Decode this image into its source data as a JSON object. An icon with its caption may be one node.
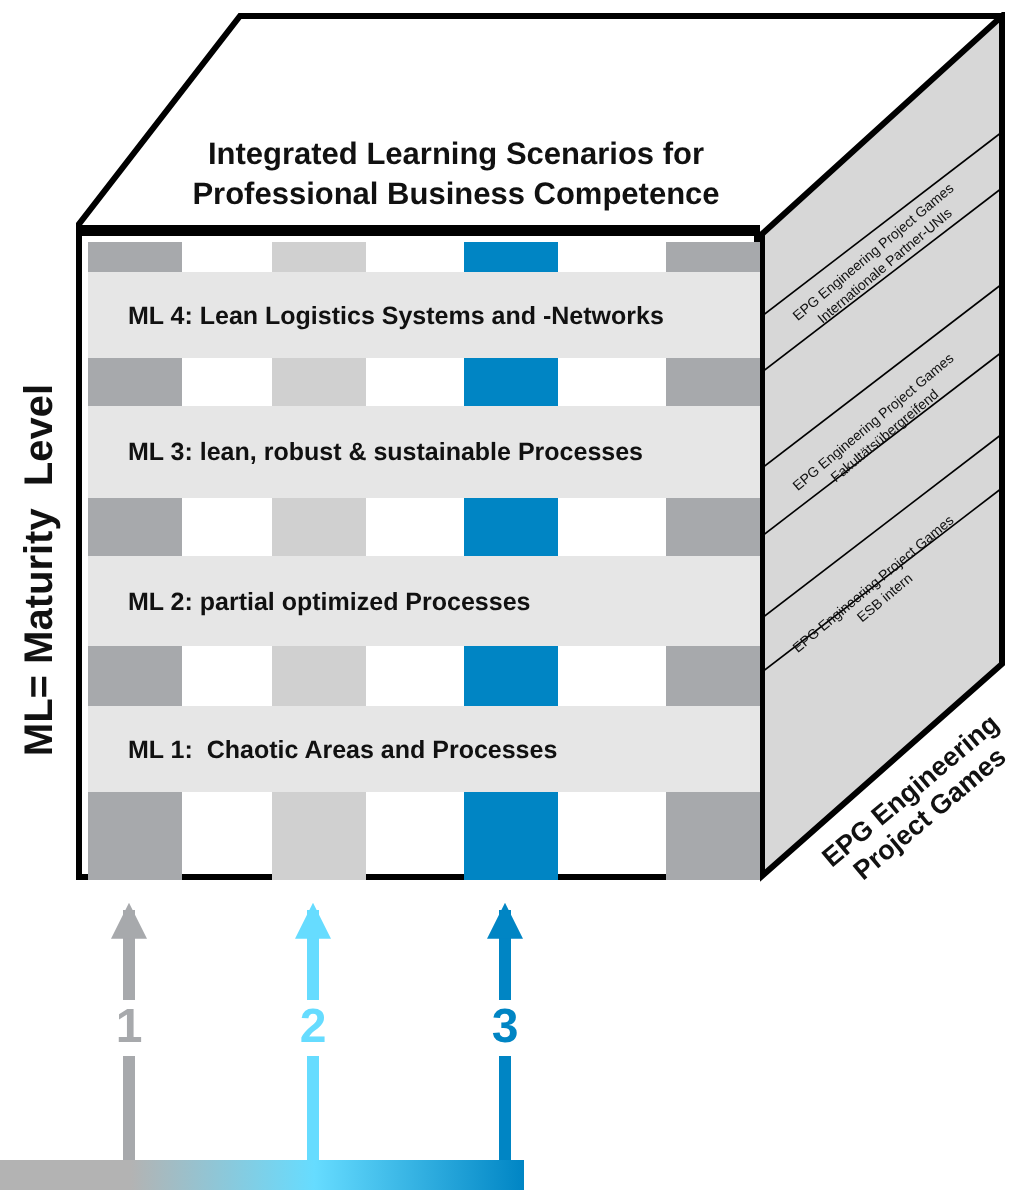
{
  "diagram": {
    "nodes": [
      {
        "text": [
          "Integrated Learning Scenarios for Professional Business Competence"
        ]
      },
      {
        "text": [],
        "shape": "box"
      },
      {
        "text": [
          "ML 4: Lean Logistics Systems and -Networks"
        ],
        "in": 1
      },
      {
        "text": [
          "ML 3: lean, robust & sustainable Processes"
        ],
        "in": 1
      },
      {
        "text": [
          "ML 2: partial optimized Processes"
        ],
        "in": 1
      },
      {
        "text": [
          "ML 1:  Chaotic Areas and Processes"
        ],
        "in": 1
      },
      {
        "text": [
          "EPG Engineering Project Games"
        ]
      },
      {
        "text": [
          "EPG Engineering Project Games Internationale Partner-UNIs"
        ],
        "in": 6
      },
      {
        "text": [
          "EPG Engineering Project Games Fakultätsübergreifend"
        ],
        "in": 6
      },
      {
        "text": [
          "EPG Engineering Project Games ESB intern"
        ],
        "in": 6
      },
      {
        "text": [],
        "shape": "bar"
      },
      {
        "text": [],
        "shape": "bar",
        "in": 1
      },
      {
        "text": [],
        "shape": "bar",
        "in": 1
      },
      {
        "text": [],
        "shape": "bar",
        "in": 1
      },
      {
        "text": [],
        "shape": "bar",
        "in": 1
      }
    ],
    "edges": [
      {
        "from": 10,
        "to": 11,
        "arrow": "to",
        "label": "1",
        "color": "#a7a9ac"
      },
      {
        "from": 10,
        "to": 12,
        "arrow": "to",
        "label": "2",
        "color": "#66dcff"
      },
      {
        "from": 10,
        "to": 13,
        "arrow": "to",
        "label": "3",
        "color": "#0085c4"
      }
    ],
    "labels": [
      "ML= Maturity  Level"
    ]
  }
}
